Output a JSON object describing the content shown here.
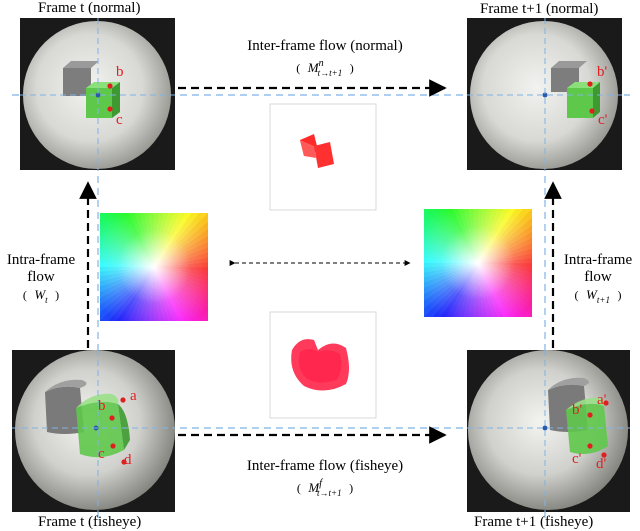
{
  "labels": {
    "frame_t_normal": "Frame t (normal)",
    "frame_t1_normal": "Frame t+1 (normal)",
    "frame_t_fisheye": "Frame t (fisheye)",
    "frame_t1_fisheye": "Frame t+1 (fisheye)",
    "inter_flow_normal": "Inter-frame flow (normal)",
    "inter_flow_normal_sym": "M",
    "inter_flow_normal_sup": "n",
    "inter_flow_normal_sub": "t→t+1",
    "inter_flow_fisheye": "Inter-frame flow (fisheye)",
    "inter_flow_fisheye_sym": "M",
    "inter_flow_fisheye_sup": "f",
    "inter_flow_fisheye_sub": "t→t+1",
    "intra_left_1": "Intra-frame",
    "intra_left_2": "flow",
    "intra_left_sym": "W",
    "intra_left_sub": "t",
    "intra_right_1": "Intra-frame",
    "intra_right_2": "flow",
    "intra_right_sym": "W",
    "intra_right_sub": "t+1",
    "paren_open": "(",
    "paren_close": ")"
  },
  "points": {
    "tl_b": "b",
    "tl_c": "c",
    "tr_b": "b'",
    "tr_c": "c'",
    "bl_a": "a",
    "bl_b": "b",
    "bl_c": "c",
    "bl_d": "d",
    "br_a": "a'",
    "br_b": "b'",
    "br_c": "c'",
    "br_d": "d'"
  },
  "colors": {
    "dashed_guide": "#7eb3e6",
    "point": "#e02020",
    "cube_green": "#5ec84a",
    "cube_gray": "#8a8a8a",
    "arrow": "#000000"
  }
}
